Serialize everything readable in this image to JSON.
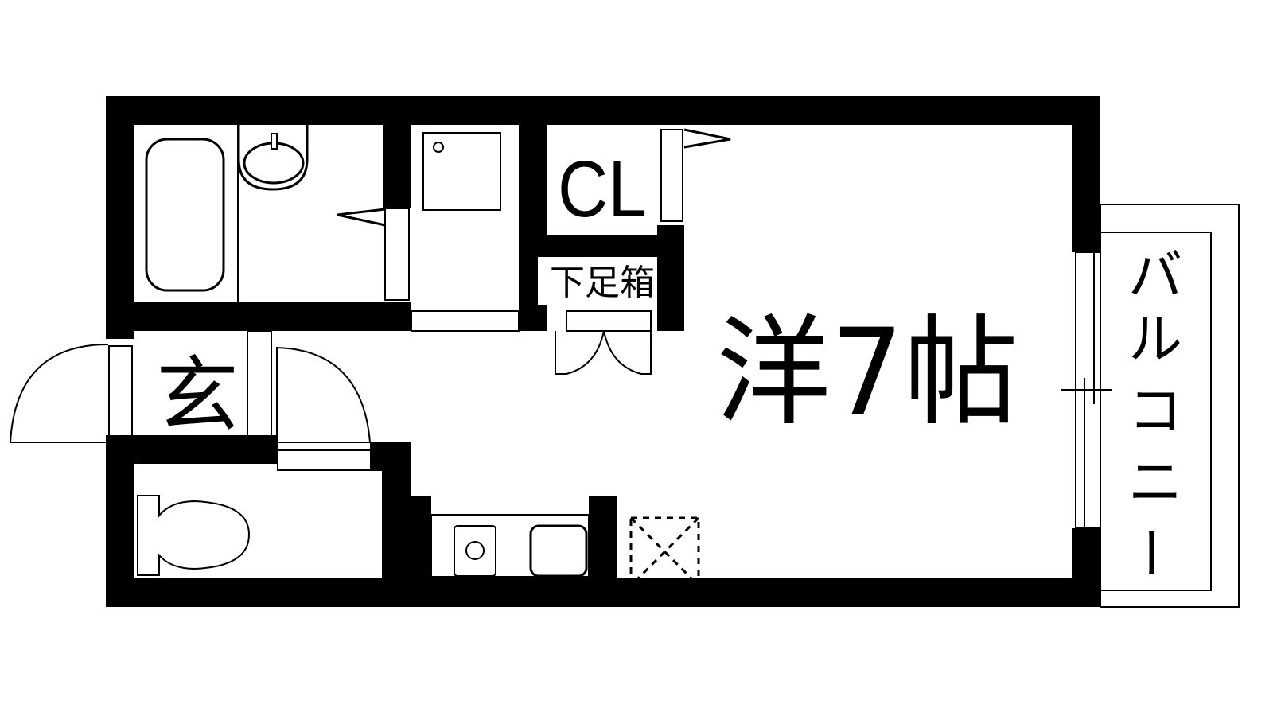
{
  "floor_plan": {
    "type": "1R apartment floor plan",
    "rooms": {
      "main_room": {
        "label": "洋7帖",
        "description": "Western-style room, 7 tatami mats"
      },
      "closet": {
        "label": "CL"
      },
      "shoe_box": {
        "label": "下足箱"
      },
      "entrance": {
        "label": "玄"
      },
      "balcony": {
        "label": "バルコニー",
        "chars": [
          "バ",
          "ル",
          "コ",
          "ニ",
          "ー"
        ]
      }
    },
    "fixtures": [
      "bathtub",
      "wash-basin",
      "washing-machine-pan",
      "toilet",
      "gas-stove",
      "kitchen-sink",
      "refrigerator-space"
    ],
    "colors": {
      "wall": "#000000",
      "background": "#ffffff"
    }
  }
}
